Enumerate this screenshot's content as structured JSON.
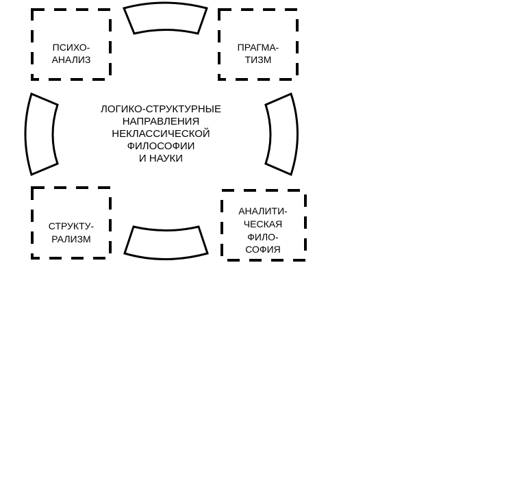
{
  "center": {
    "lines": [
      "ЛОГИКО-СТРУКТУРНЫЕ",
      "НАПРАВЛЕНИЯ",
      "НЕКЛАССИЧЕСКОЙ",
      "ФИЛОСОФИИ",
      "И НАУКИ"
    ]
  },
  "boxes": {
    "psychoanalysis": {
      "lines": [
        "ПСИХО-",
        "АНАЛИЗ"
      ]
    },
    "pragmatism": {
      "lines": [
        "ПРАГМА-",
        "ТИЗМ"
      ]
    },
    "structuralism": {
      "lines": [
        "СТРУКТУ-",
        "РАЛИЗМ"
      ]
    },
    "analytic": {
      "lines": [
        "АНАЛИТИ-",
        "ЧЕСКАЯ",
        "ФИЛО-",
        "СОФИЯ"
      ]
    }
  },
  "colors": {
    "stroke": "#000000",
    "background": "#ffffff"
  }
}
